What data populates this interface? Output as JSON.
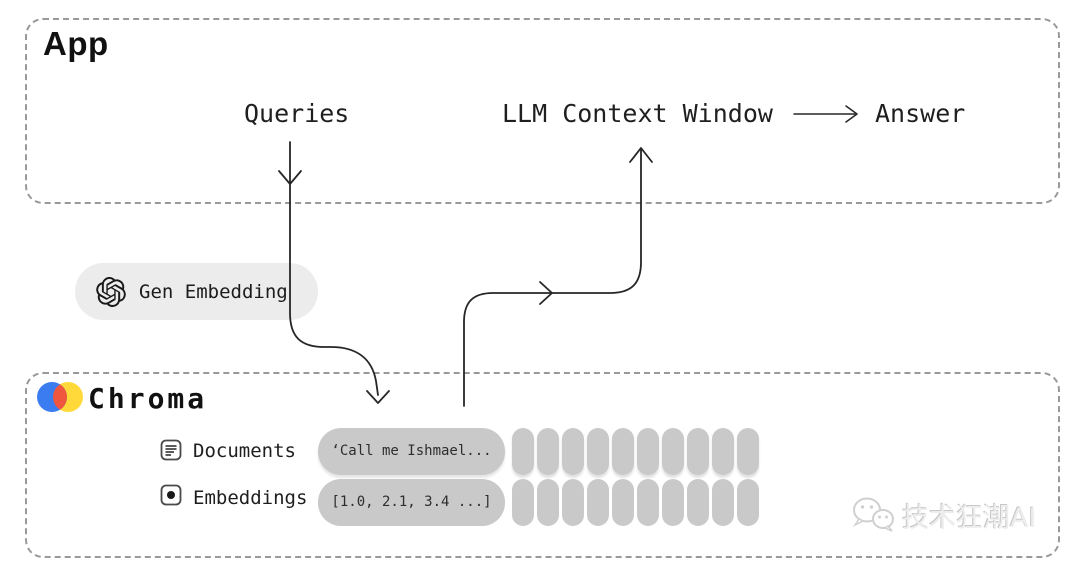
{
  "app_box": {
    "title": "App",
    "queries_label": "Queries",
    "context_window_label": "LLM Context Window",
    "answer_label": "Answer"
  },
  "gen_embedding_pill": {
    "icon": "openai-logo",
    "label": "Gen Embedding"
  },
  "chroma_box": {
    "icon": "chroma-logo",
    "title": "Chroma",
    "rows": [
      {
        "icon": "document-icon",
        "label": "Documents",
        "sample": "‘Call me Ishmael...",
        "slot_count": 10
      },
      {
        "icon": "embedding-icon",
        "label": "Embeddings",
        "sample": "[1.0, 2.1, 3.4 ...]",
        "slot_count": 10
      }
    ]
  },
  "arrows": [
    "queries-to-chroma",
    "chroma-to-context-window",
    "context-window-to-answer"
  ],
  "watermark": {
    "icon": "wechat-icon",
    "text": "技术狂潮AI"
  },
  "colors": {
    "pill_gray": "#c9c9c9",
    "light_pill_gray": "#ececec",
    "dashed_border": "#999999",
    "line": "#262626",
    "chroma_blue": "#3b7cf0",
    "chroma_red": "#f0563e",
    "chroma_yellow": "#ffd939"
  }
}
